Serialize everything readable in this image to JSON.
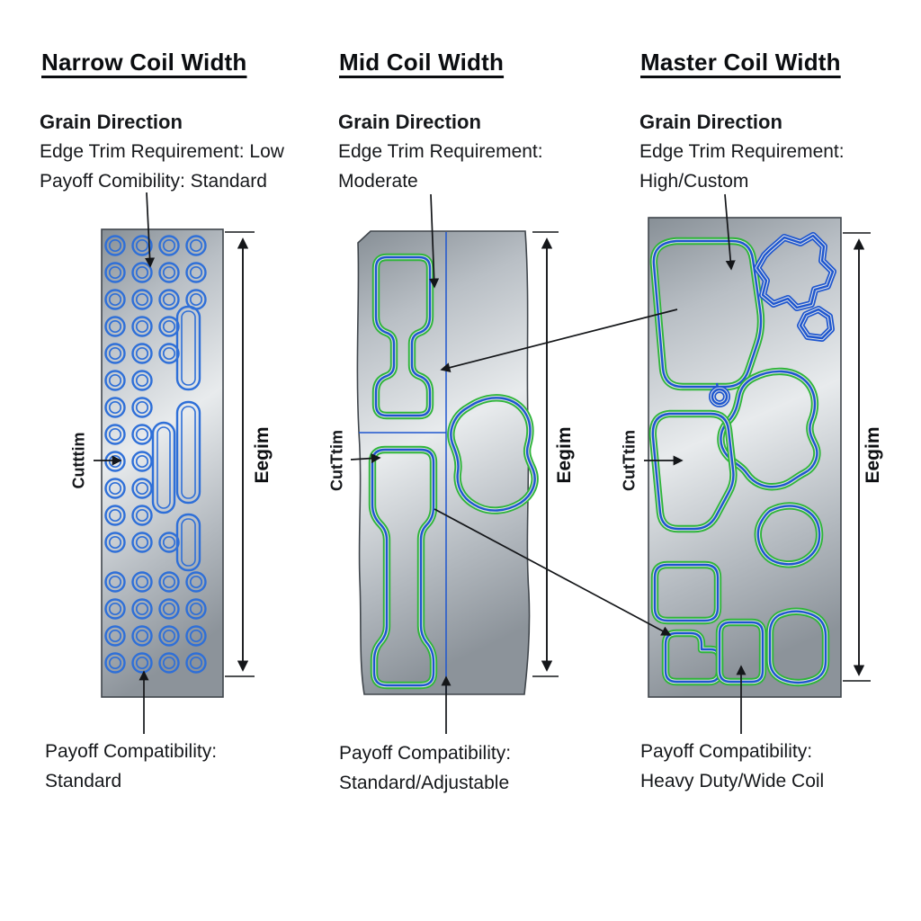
{
  "colors": {
    "cut_blue": "#1e56cf",
    "cut_green": "#2fb53a",
    "hole_blue": "#2e6fd8",
    "arrow": "#141619"
  },
  "columns": [
    {
      "title": "Narrow Coil Width",
      "info_lines": [
        "Grain Direction",
        "Edge Trim Requirement: Low",
        "Payoff Comibility: Standard"
      ],
      "caption_lines": [
        "Payoff Compatibility:",
        "Standard"
      ],
      "left_label": "Cutttim",
      "dim_label": "Eegim"
    },
    {
      "title": "Mid Coil Width",
      "info_lines": [
        "Grain Direction",
        "Edge Trim Requirement:",
        "Moderate"
      ],
      "caption_lines": [
        "Payoff Compatibility:",
        "Standard/Adjustable"
      ],
      "left_label": "CutTtim",
      "dim_label": "Eegim"
    },
    {
      "title": "Master Coil Width",
      "info_lines": [
        "Grain Direction",
        "Edge Trim Requirement:",
        "High/Custom"
      ],
      "caption_lines": [
        "Payoff Compatibility:",
        "Heavy Duty/Wide Coil"
      ],
      "left_label": "CutTtim",
      "dim_label": "Eegim"
    }
  ]
}
